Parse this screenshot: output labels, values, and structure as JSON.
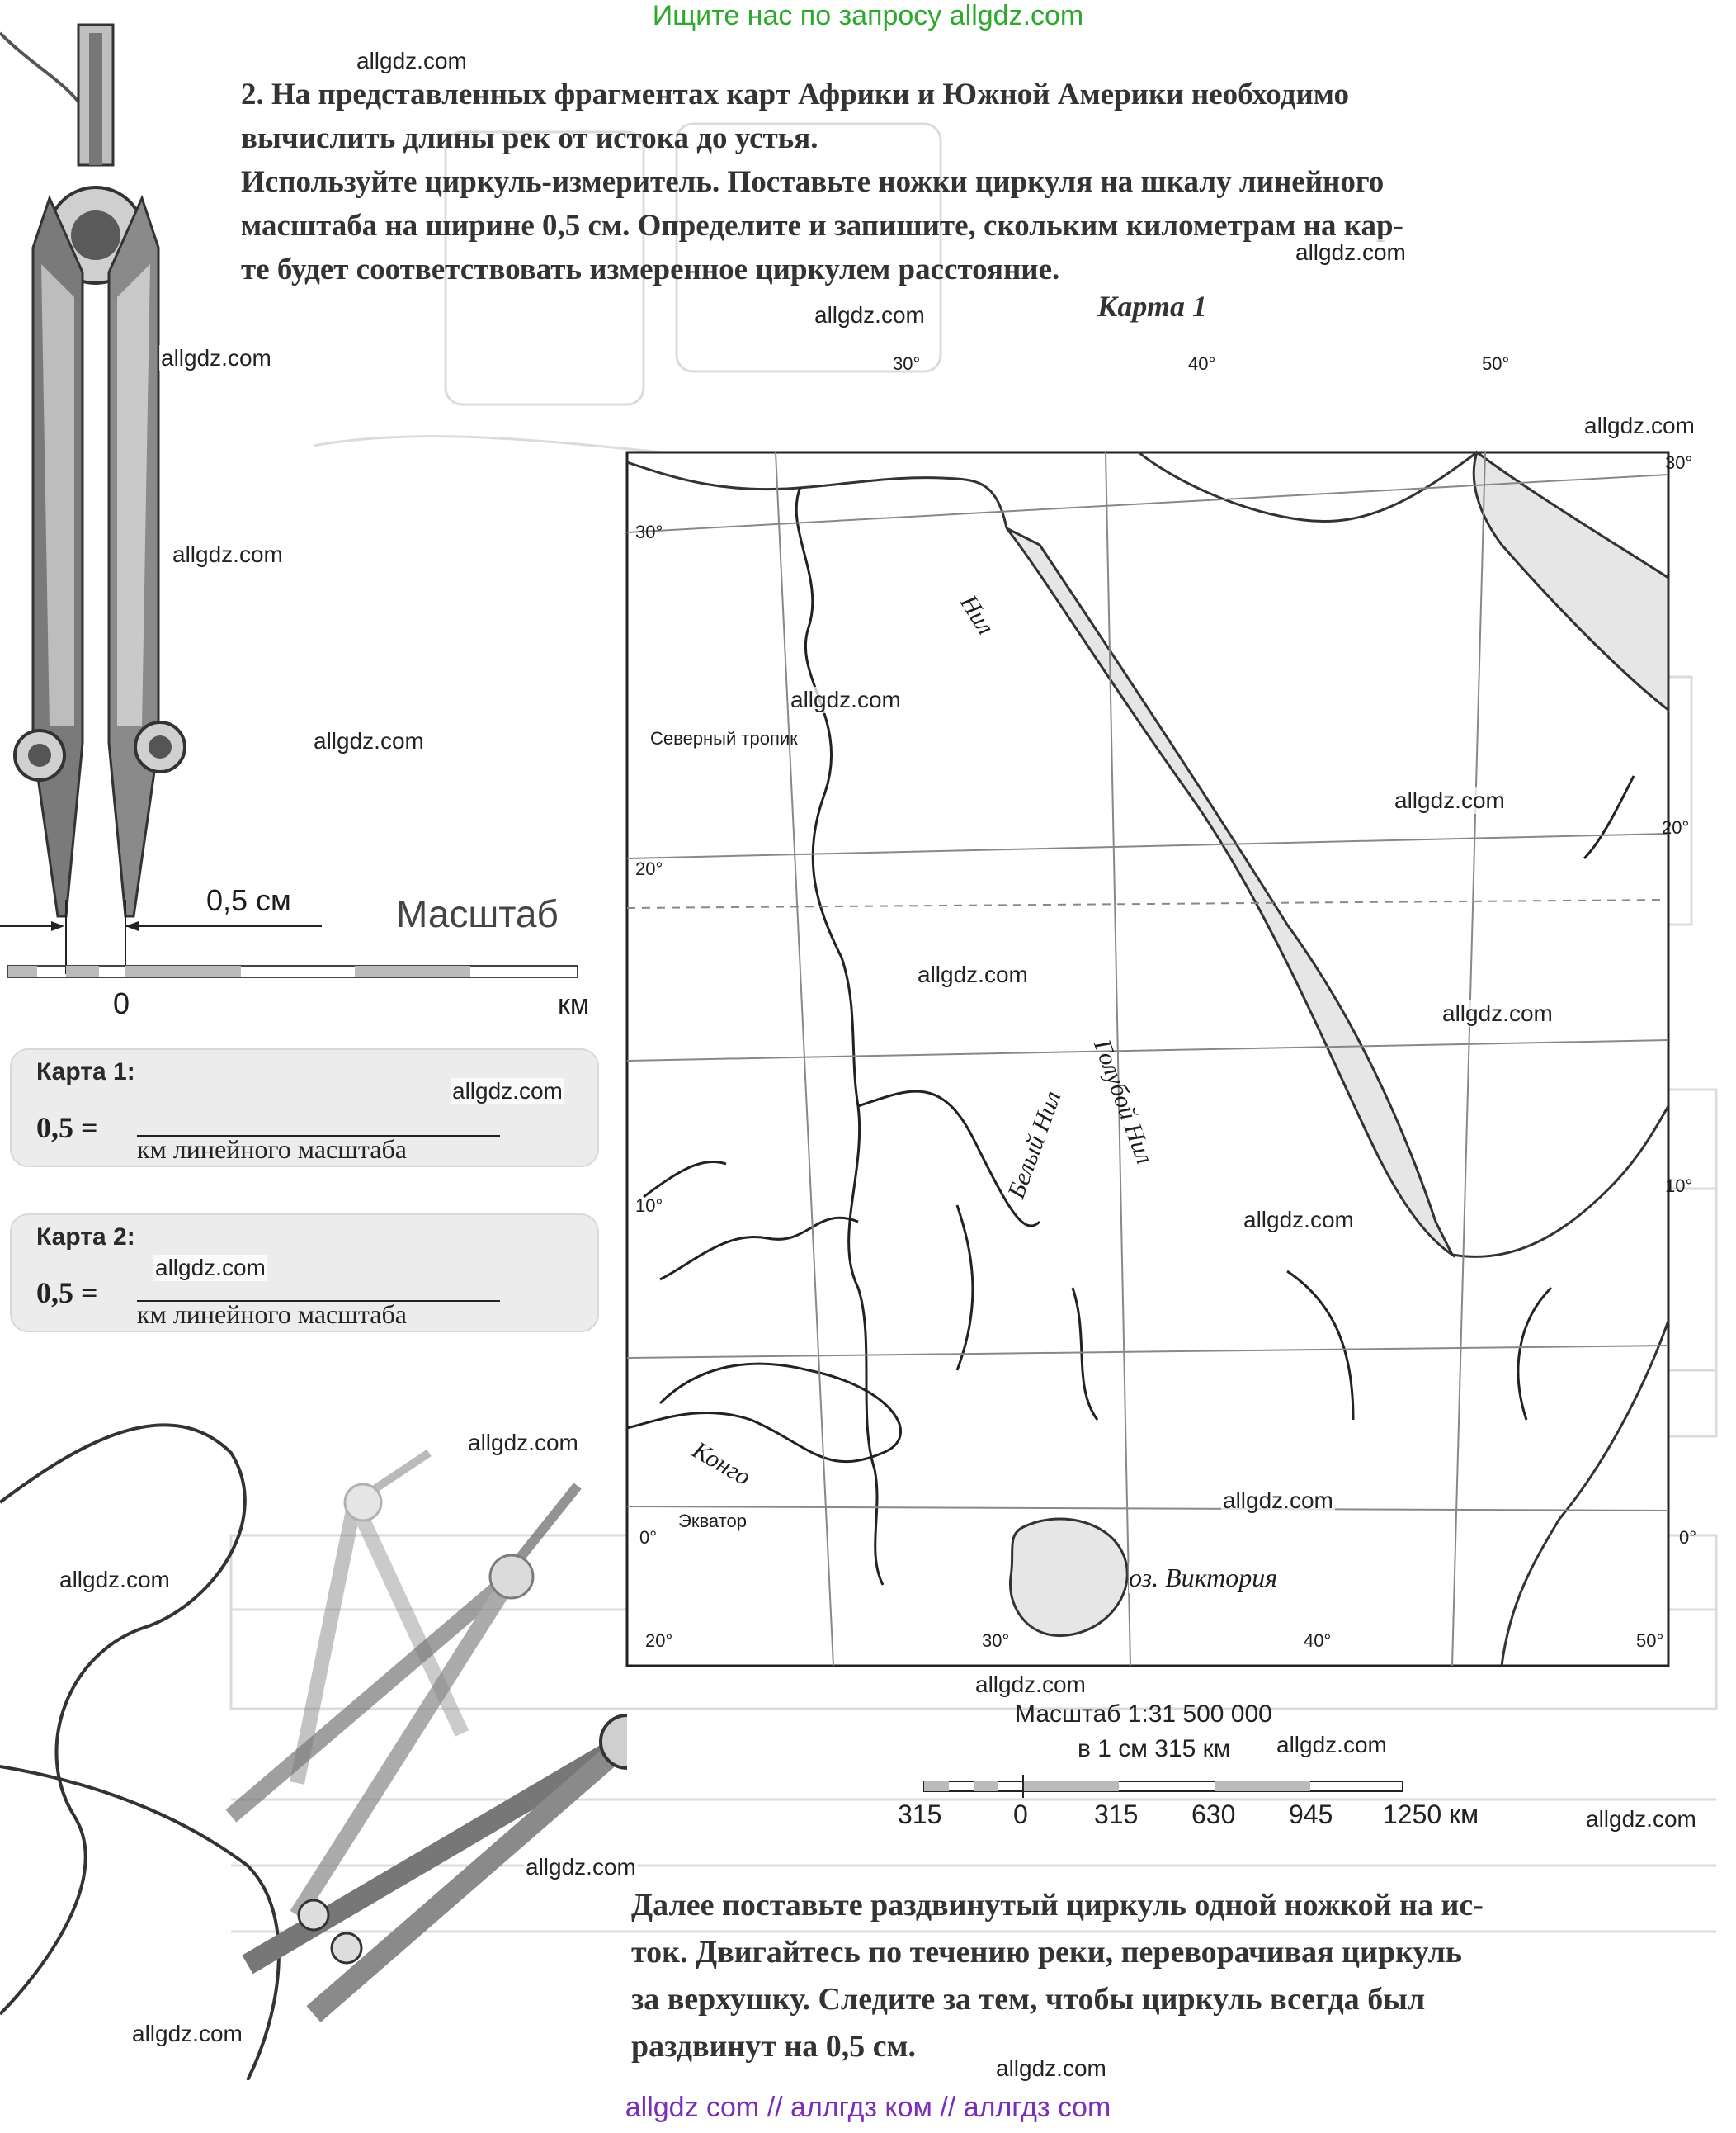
{
  "banner_top": "Ищите нас по запросу allgdz.com",
  "banner_bottom": "allgdz com  //  аллгдз ком  //  аллгдз com",
  "task": {
    "lines": [
      "2. На представленных фрагментах карт Африки и Южной Америки необходимо",
      "вычислить длины рек от истока до устья.",
      "Используйте циркуль-измеритель. Поставьте ножки циркуля на шкалу линейного",
      "масштаба на ширине 0,5 см. Определите и запишите, скольким километрам на кар-",
      "те будет соответствовать измеренное циркулем расстояние."
    ]
  },
  "compass_scale": {
    "measure": "0,5 см",
    "title": "Масштаб",
    "zero": "0",
    "unit": "км"
  },
  "cards": [
    {
      "title": "Карта 1:",
      "value": "0,5 =",
      "unit": "км линейного масштаба"
    },
    {
      "title": "Карта 2:",
      "value": "0,5 =",
      "unit": "км линейного масштаба"
    }
  ],
  "map": {
    "caption": "Карта 1",
    "lat_labels": [
      "30°",
      "30°",
      "20°",
      "20°",
      "10°",
      "10°",
      "0°",
      "0°"
    ],
    "lon_labels": [
      "30°",
      "40°",
      "50°",
      "20°",
      "30°",
      "40°",
      "50°"
    ],
    "tropic": "Северный тропик",
    "equator": "Экватор",
    "rivers": {
      "nile": "Нил",
      "white_nile": "Белый Нил",
      "blue_nile": "Голубой Нил",
      "congo": "Конго"
    },
    "lake": "оз. Виктория"
  },
  "map_scale": {
    "title": "Масштаб 1:31 500 000",
    "subtitle": "в 1 см 315 км",
    "ticks": [
      "315",
      "0",
      "315",
      "630",
      "945",
      "1250 км"
    ]
  },
  "closing": {
    "lines": [
      "Далее поставьте раздвинутый циркуль одной ножкой на ис-",
      "ток. Двигайтесь по течению реки, переворачивая циркуль",
      "за верхушку. Следите за тем, чтобы циркуль всегда был",
      "раздвинут на 0,5 см."
    ]
  },
  "watermarks": [
    "allgdz.com"
  ]
}
